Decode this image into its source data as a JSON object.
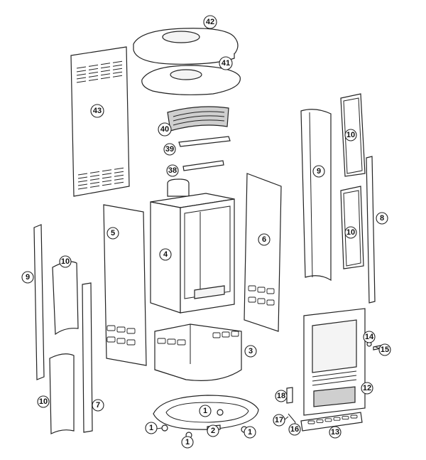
{
  "callouts": [
    {
      "id": "c42",
      "label": "42"
    },
    {
      "id": "c41",
      "label": "41"
    },
    {
      "id": "c43",
      "label": "43"
    },
    {
      "id": "c40",
      "label": "40"
    },
    {
      "id": "c39",
      "label": "39"
    },
    {
      "id": "c38",
      "label": "38"
    },
    {
      "id": "c4",
      "label": "4"
    },
    {
      "id": "c5",
      "label": "5"
    },
    {
      "id": "c6",
      "label": "6"
    },
    {
      "id": "c9a",
      "label": "9"
    },
    {
      "id": "c10a",
      "label": "10"
    },
    {
      "id": "c10b",
      "label": "10"
    },
    {
      "id": "c8",
      "label": "8"
    },
    {
      "id": "c9b",
      "label": "9"
    },
    {
      "id": "c10c",
      "label": "10"
    },
    {
      "id": "c7",
      "label": "7"
    },
    {
      "id": "c10d",
      "label": "10"
    },
    {
      "id": "c3",
      "label": "3"
    },
    {
      "id": "c14",
      "label": "14"
    },
    {
      "id": "c15",
      "label": "15"
    },
    {
      "id": "c12",
      "label": "12"
    },
    {
      "id": "c18",
      "label": "18"
    },
    {
      "id": "c17",
      "label": "17"
    },
    {
      "id": "c16",
      "label": "16"
    },
    {
      "id": "c13",
      "label": "13"
    },
    {
      "id": "c1a",
      "label": "1"
    },
    {
      "id": "c1b",
      "label": "1"
    },
    {
      "id": "c1c",
      "label": "1"
    },
    {
      "id": "c1d",
      "label": "1"
    },
    {
      "id": "c2",
      "label": "2"
    }
  ]
}
